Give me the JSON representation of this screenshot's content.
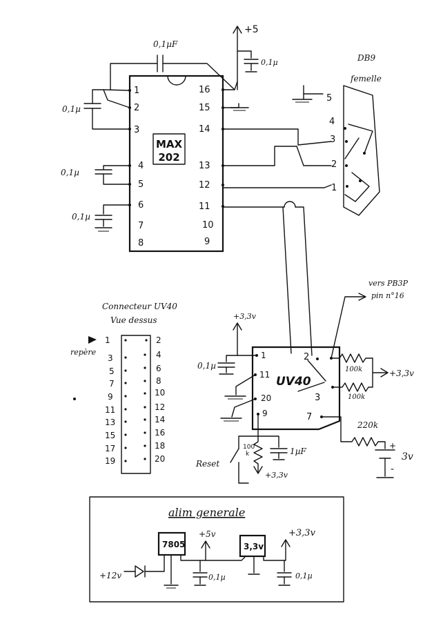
{
  "max202": {
    "label": [
      "MAX",
      "202"
    ],
    "left_pins": [
      "1",
      "2",
      "3",
      "4",
      "5",
      "6",
      "7",
      "8"
    ],
    "right_pins": [
      "16",
      "15",
      "14",
      "13",
      "12",
      "11",
      "10",
      "9"
    ]
  },
  "max_parts": {
    "cap_top": "0,1µF",
    "supply": "+5",
    "cap_supply": "0,1µ",
    "cap_c1": "0,1µ",
    "cap_c2": "0,1µ",
    "cap_v": "0,1µ"
  },
  "db9": {
    "title": [
      "DB9",
      "femelle"
    ],
    "pins": [
      "5",
      "4",
      "3",
      "2",
      "1"
    ]
  },
  "connector": {
    "title": [
      "Connecteur UV40",
      "Vue dessus"
    ],
    "repere": "repère",
    "left_pins": [
      "1",
      "3",
      "5",
      "7",
      "9",
      "11",
      "13",
      "15",
      "17",
      "19"
    ],
    "right_pins": [
      "2",
      "4",
      "6",
      "8",
      "10",
      "12",
      "14",
      "16",
      "18",
      "20"
    ]
  },
  "uv40": {
    "label": "UV40",
    "pins": [
      "1",
      "11",
      "20",
      "9",
      "2",
      "3",
      "7"
    ],
    "note": [
      "vers PB3P",
      "pin n°16"
    ],
    "supply_top": "+3,3v",
    "cap": "0,1µ",
    "r_100k_a": "100k",
    "r_100k_b": "100k",
    "supply_right": "+3,3v",
    "r_220k": "220k",
    "batt": "3v",
    "batt_plus": "+",
    "batt_minus": "-",
    "reset": "Reset",
    "r_reset": [
      "100",
      "k"
    ],
    "cap_reset": "1µF",
    "supply_bottom": "+3,3v"
  },
  "alim": {
    "title": "alim generale",
    "reg1": "7805",
    "reg2": "3,3v",
    "out5": "+5v",
    "out33": "+3,3v",
    "in12": "+12v",
    "cap1": "0,1µ",
    "cap2": "0,1µ"
  }
}
